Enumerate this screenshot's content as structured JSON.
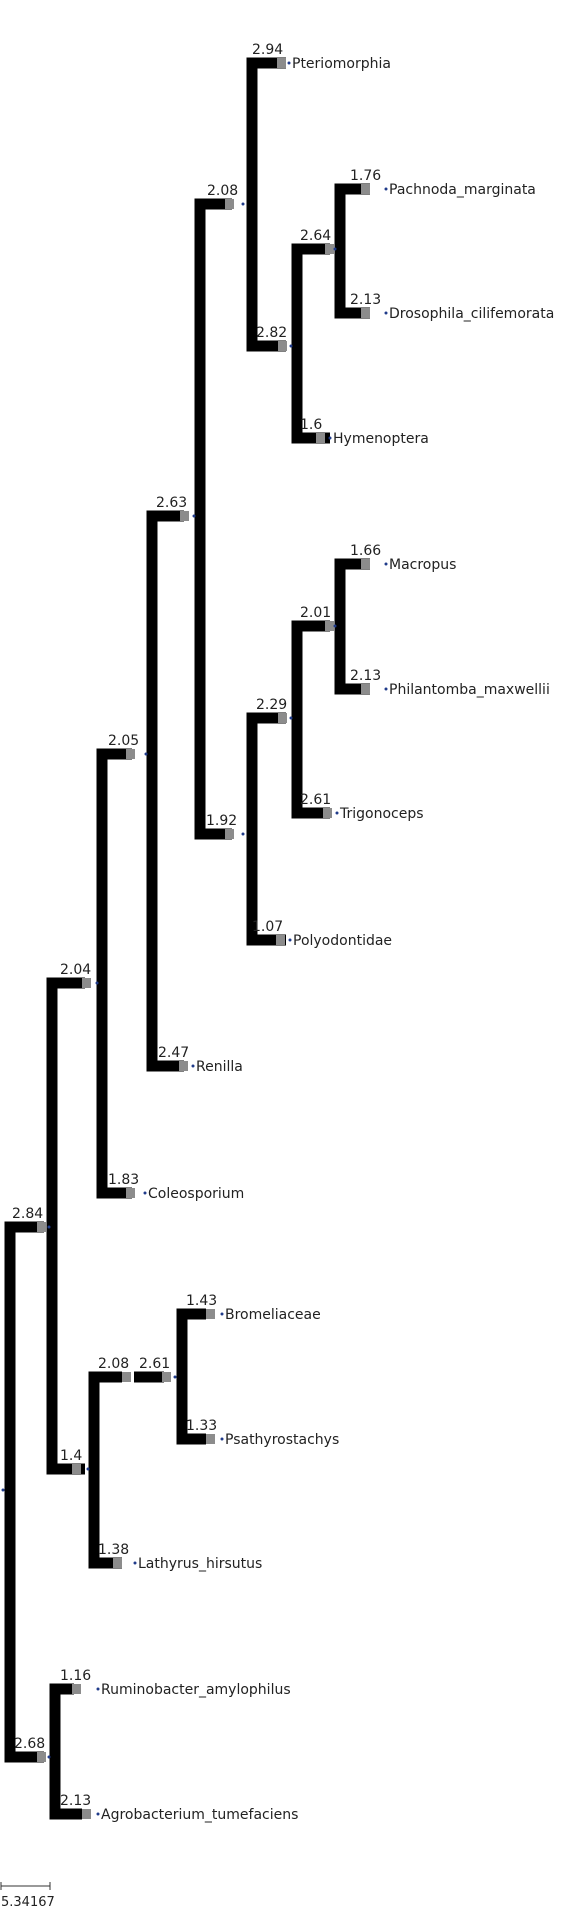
{
  "tree": {
    "leaves": [
      {
        "name": "Pteriomorphia",
        "branch_length": "2.94"
      },
      {
        "name": "Pachnoda_marginata",
        "branch_length": "1.76"
      },
      {
        "name": "Drosophila_cilifemorata",
        "branch_length": "2.13"
      },
      {
        "name": "Hymenoptera",
        "branch_length": "1.6"
      },
      {
        "name": "Macropus",
        "branch_length": "1.66"
      },
      {
        "name": "Philantomba_maxwellii",
        "branch_length": "2.13"
      },
      {
        "name": "Trigonoceps",
        "branch_length": "2.61"
      },
      {
        "name": "Polyodontidae",
        "branch_length": "1.07"
      },
      {
        "name": "Renilla",
        "branch_length": "2.47"
      },
      {
        "name": "Coleosporium",
        "branch_length": "1.83"
      },
      {
        "name": "Bromeliaceae",
        "branch_length": "1.43"
      },
      {
        "name": "Psathyrostachys",
        "branch_length": "1.33"
      },
      {
        "name": "Lathyrus_hirsutus",
        "branch_length": "1.38"
      },
      {
        "name": "Ruminobacter_amylophilus",
        "branch_length": "1.16"
      },
      {
        "name": "Agrobacterium_tumefaciens",
        "branch_length": "2.13"
      }
    ],
    "internal_branch_lengths": {
      "pach_dros": "2.64",
      "insect_group": "2.82",
      "arthropod_group": "2.08",
      "mac_phil": "2.01",
      "mac_trig": "2.29",
      "poly_group": "1.92",
      "big_clade": "2.63",
      "renilla_group": "2.05",
      "coleo_group": "2.04",
      "brom_psath": "2.61",
      "brom_stem": "2.08",
      "lathyrus_group": "1.4",
      "upper_root": "2.84",
      "lower_root": "2.68"
    }
  },
  "scale_bar": {
    "label": "5.34167"
  }
}
